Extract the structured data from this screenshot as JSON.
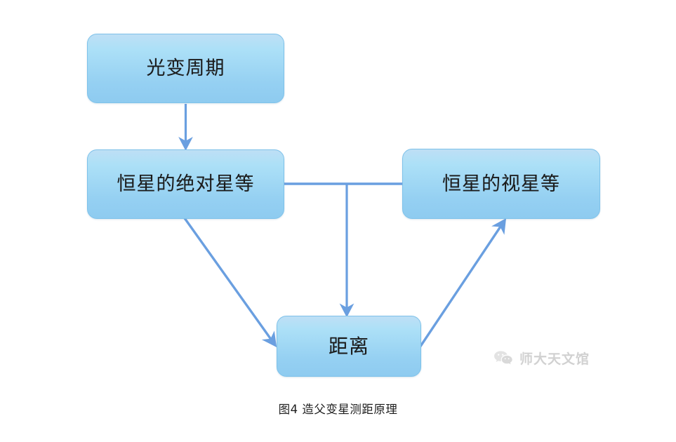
{
  "figure": {
    "caption": "图4 造父变星测距原理",
    "background_color": "#ffffff",
    "node_fill_top": "#bedff5",
    "node_fill_bottom": "#8ecbf0",
    "node_border_color": "#7ec2ea",
    "arrow_color": "#6a9fe0",
    "text_color": "#1b1b1b"
  },
  "nodes": [
    {
      "id": "period",
      "label": "光变周期"
    },
    {
      "id": "absmag",
      "label": "恒星的绝对星等"
    },
    {
      "id": "appmag",
      "label": "恒星的视星等"
    },
    {
      "id": "distance",
      "label": "距离"
    }
  ],
  "edges": [
    {
      "from": "period",
      "to": "absmag",
      "style": "straight-down",
      "arrowhead": true
    },
    {
      "from": "absmag",
      "to": "appmag",
      "style": "horizontal",
      "arrowhead": false
    },
    {
      "from": "junction",
      "to": "distance",
      "style": "straight-down",
      "arrowhead": true
    },
    {
      "from": "absmag",
      "to": "distance",
      "style": "diagonal",
      "arrowhead": true
    },
    {
      "from": "distance",
      "to": "appmag",
      "style": "diagonal-up",
      "arrowhead": true
    }
  ],
  "watermark": {
    "text": "师大天文馆",
    "icon": "wechat-icon",
    "color": "#cfcfcf"
  }
}
